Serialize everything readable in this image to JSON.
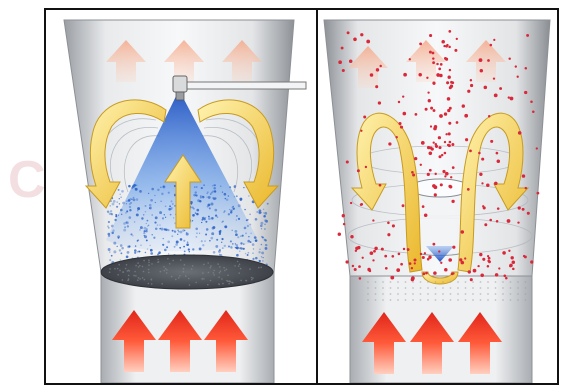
{
  "watermark": {
    "text": "C"
  },
  "panels": [
    {
      "id": "spray-nozzle-panel",
      "icons": [
        "inlet-air-arrow",
        "circulation-arrow",
        "spray-nozzle-icon"
      ]
    },
    {
      "id": "wurster-panel",
      "icons": [
        "inlet-air-arrow",
        "circulation-arrow",
        "partition-column-icon"
      ]
    }
  ],
  "colors": {
    "inlet_arrow_red": "#e8301f",
    "inlet_arrow_orange": "#ff9a3a",
    "circulation_yellow": "#f6d24a",
    "spray_blue": "#2b6fd6",
    "particle_red": "#d9283a",
    "chamber_grey": "#b9bcc0"
  }
}
